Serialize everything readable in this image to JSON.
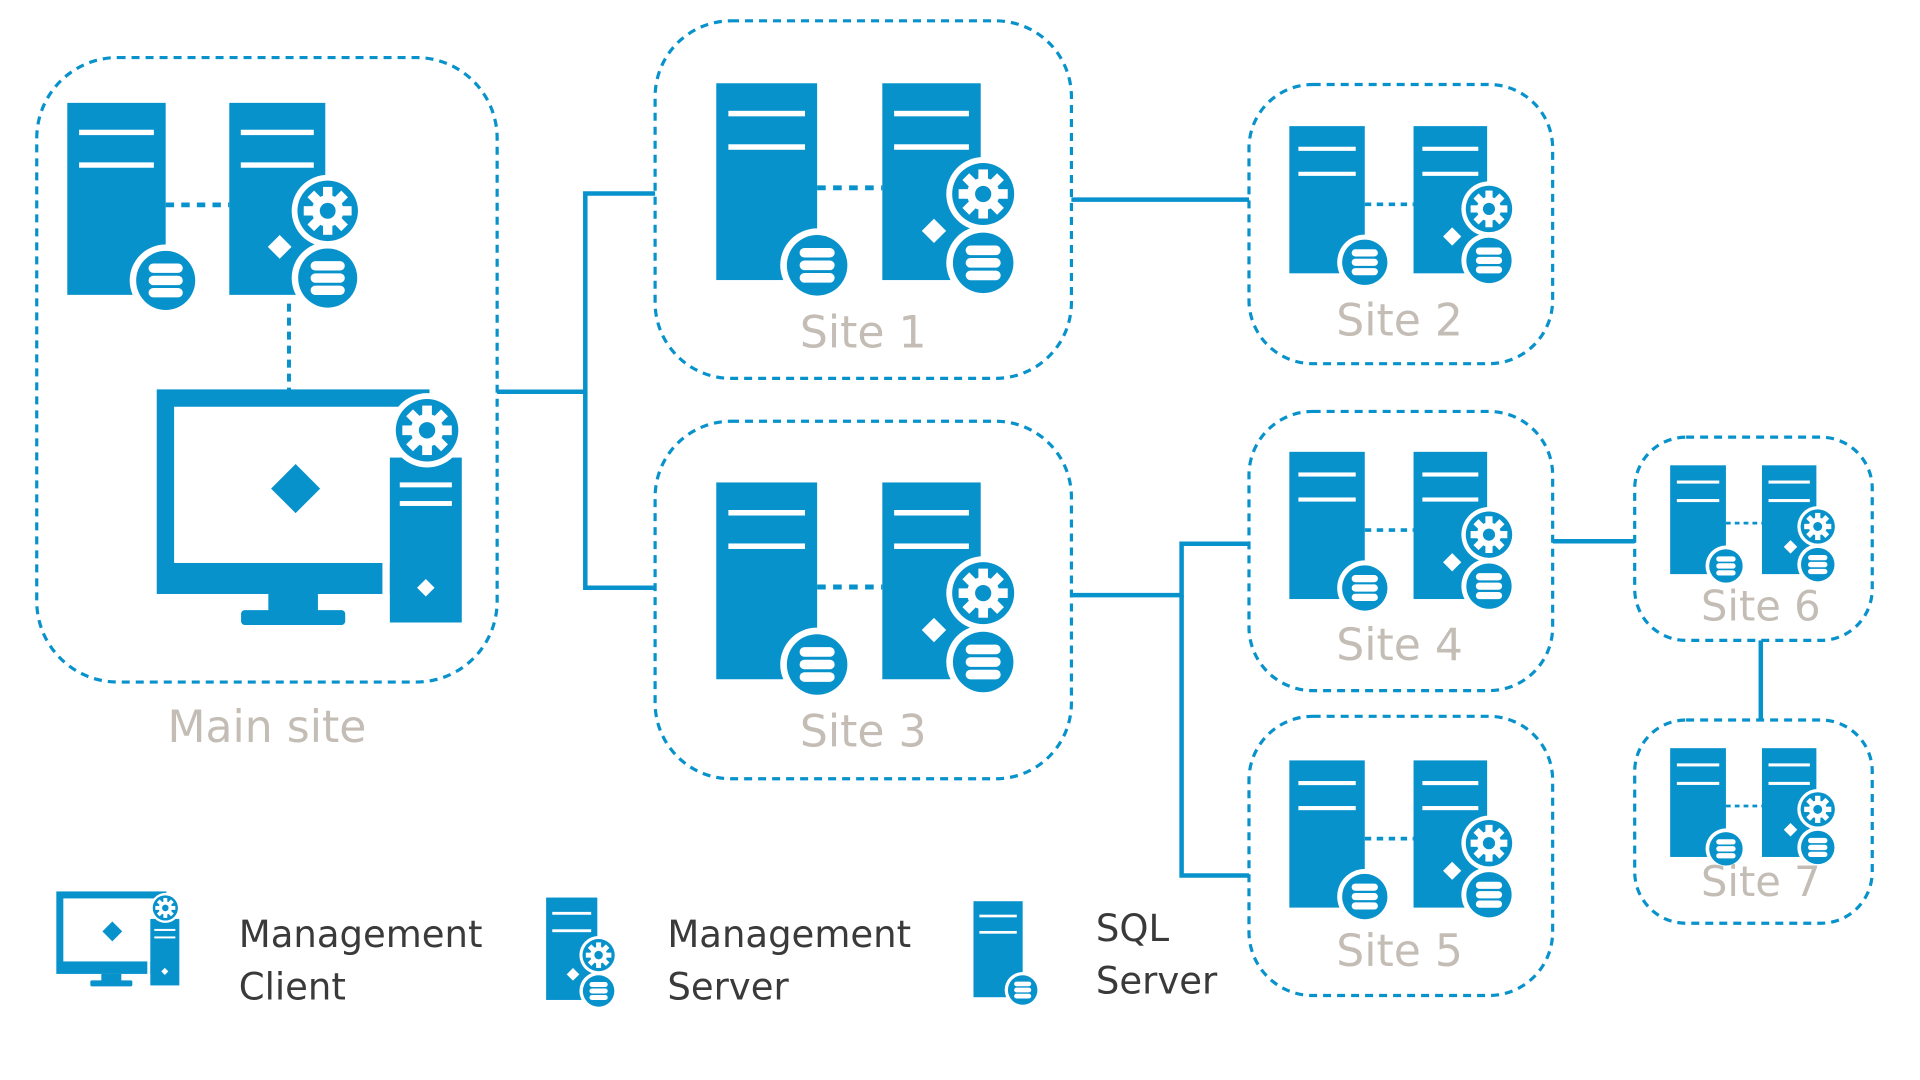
{
  "colors": {
    "accent": "#0892cc",
    "site_label": "#c4bdb6",
    "legend_text": "#3a3a3a",
    "background": "#ffffff"
  },
  "sites": [
    {
      "id": "main",
      "label": "Main site"
    },
    {
      "id": "s1",
      "label": "Site 1"
    },
    {
      "id": "s2",
      "label": "Site 2"
    },
    {
      "id": "s3",
      "label": "Site 3"
    },
    {
      "id": "s4",
      "label": "Site 4"
    },
    {
      "id": "s5",
      "label": "Site 5"
    },
    {
      "id": "s6",
      "label": "Site 6"
    },
    {
      "id": "s7",
      "label": "Site 7"
    }
  ],
  "legend": {
    "client": {
      "line1": "Management",
      "line2": "Client",
      "icon": "management-client-icon"
    },
    "server": {
      "line1": "Management",
      "line2": "Server",
      "icon": "management-server-icon"
    },
    "sql": {
      "line1": "SQL",
      "line2": "Server",
      "icon": "sql-server-icon"
    }
  }
}
